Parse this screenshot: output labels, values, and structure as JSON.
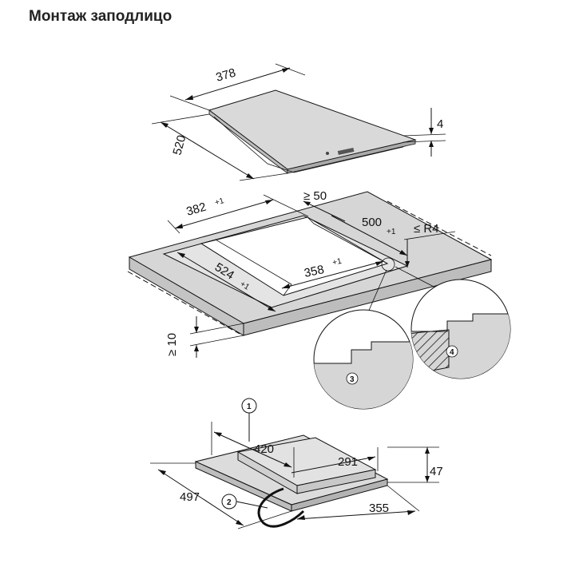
{
  "title": "Монтаж заподлицо",
  "hob": {
    "width": "378",
    "depth": "520",
    "thickness": "4"
  },
  "cutout": {
    "outer_width": "382",
    "outer_width_tol": "+1",
    "outer_depth": "524",
    "outer_depth_tol": "+1",
    "inner_width": "358",
    "inner_width_tol": "+1",
    "inner_depth": "500",
    "inner_depth_tol": "+1",
    "edge_min": "≥ 50",
    "radius": "≤ R4",
    "worktop_min": "≥ 10"
  },
  "details": {
    "callout_3": "3",
    "callout_4": "4"
  },
  "unit": {
    "callout_1": "1",
    "callout_2": "2",
    "width": "420",
    "box_width": "291",
    "height": "47",
    "depth": "497",
    "box_depth": "355"
  }
}
